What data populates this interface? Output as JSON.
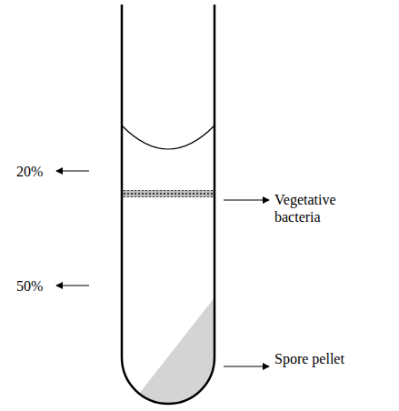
{
  "diagram": {
    "labels": [
      "20%",
      "Vegetative bacteria",
      "50%",
      "Spore pellet"
    ]
  }
}
